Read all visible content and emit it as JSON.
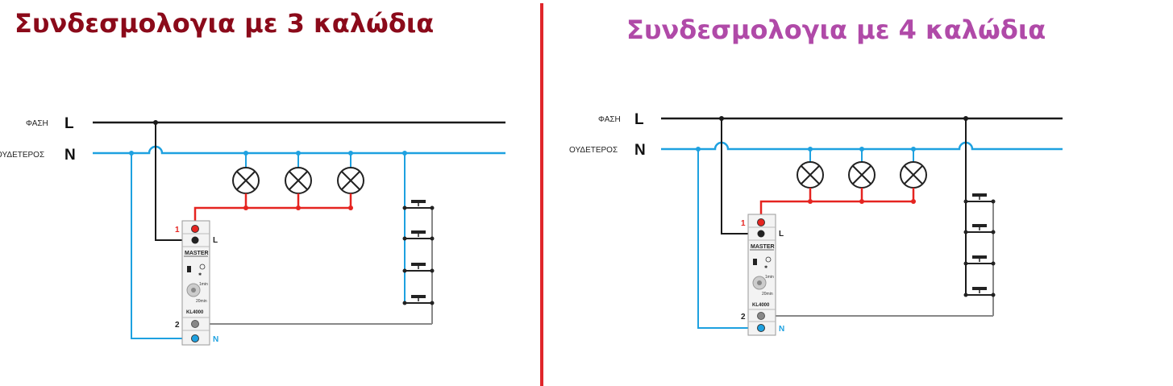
{
  "colors": {
    "phase": "#1a1a1a",
    "neutral": "#1ea1e0",
    "lamp_return": "#e52420",
    "button_line": "#888888",
    "divider": "#e0262b",
    "title_left": "#8b0a1a",
    "title_right": "#b04aa8"
  },
  "left": {
    "title": "Συνδεσμολογια με 3 καλώδια",
    "phase_label": "ΦΑΣΗ",
    "phase_symbol": "L",
    "neutral_label": "ΟΥΔΕΤΕΡΟΣ",
    "neutral_symbol": "N",
    "terminal_1": "1",
    "terminal_2": "2",
    "terminal_L": "L",
    "terminal_N": "N",
    "device_brand": "MASTER",
    "device_model": "KL4000",
    "dial_min": "1min",
    "dial_max": "20min",
    "lamp_count": 3,
    "button_count": 4
  },
  "right": {
    "title": "Συνδεσμολογια με 4 καλώδια",
    "phase_label": "ΦΑΣΗ",
    "phase_symbol": "L",
    "neutral_label": "ΟΥΔΕΤΕΡΟΣ",
    "neutral_symbol": "N",
    "terminal_1": "1",
    "terminal_2": "2",
    "terminal_L": "L",
    "terminal_N": "N",
    "device_brand": "MASTER",
    "device_model": "KL4000",
    "dial_min": "1min",
    "dial_max": "20min",
    "lamp_count": 3,
    "button_count": 4
  }
}
